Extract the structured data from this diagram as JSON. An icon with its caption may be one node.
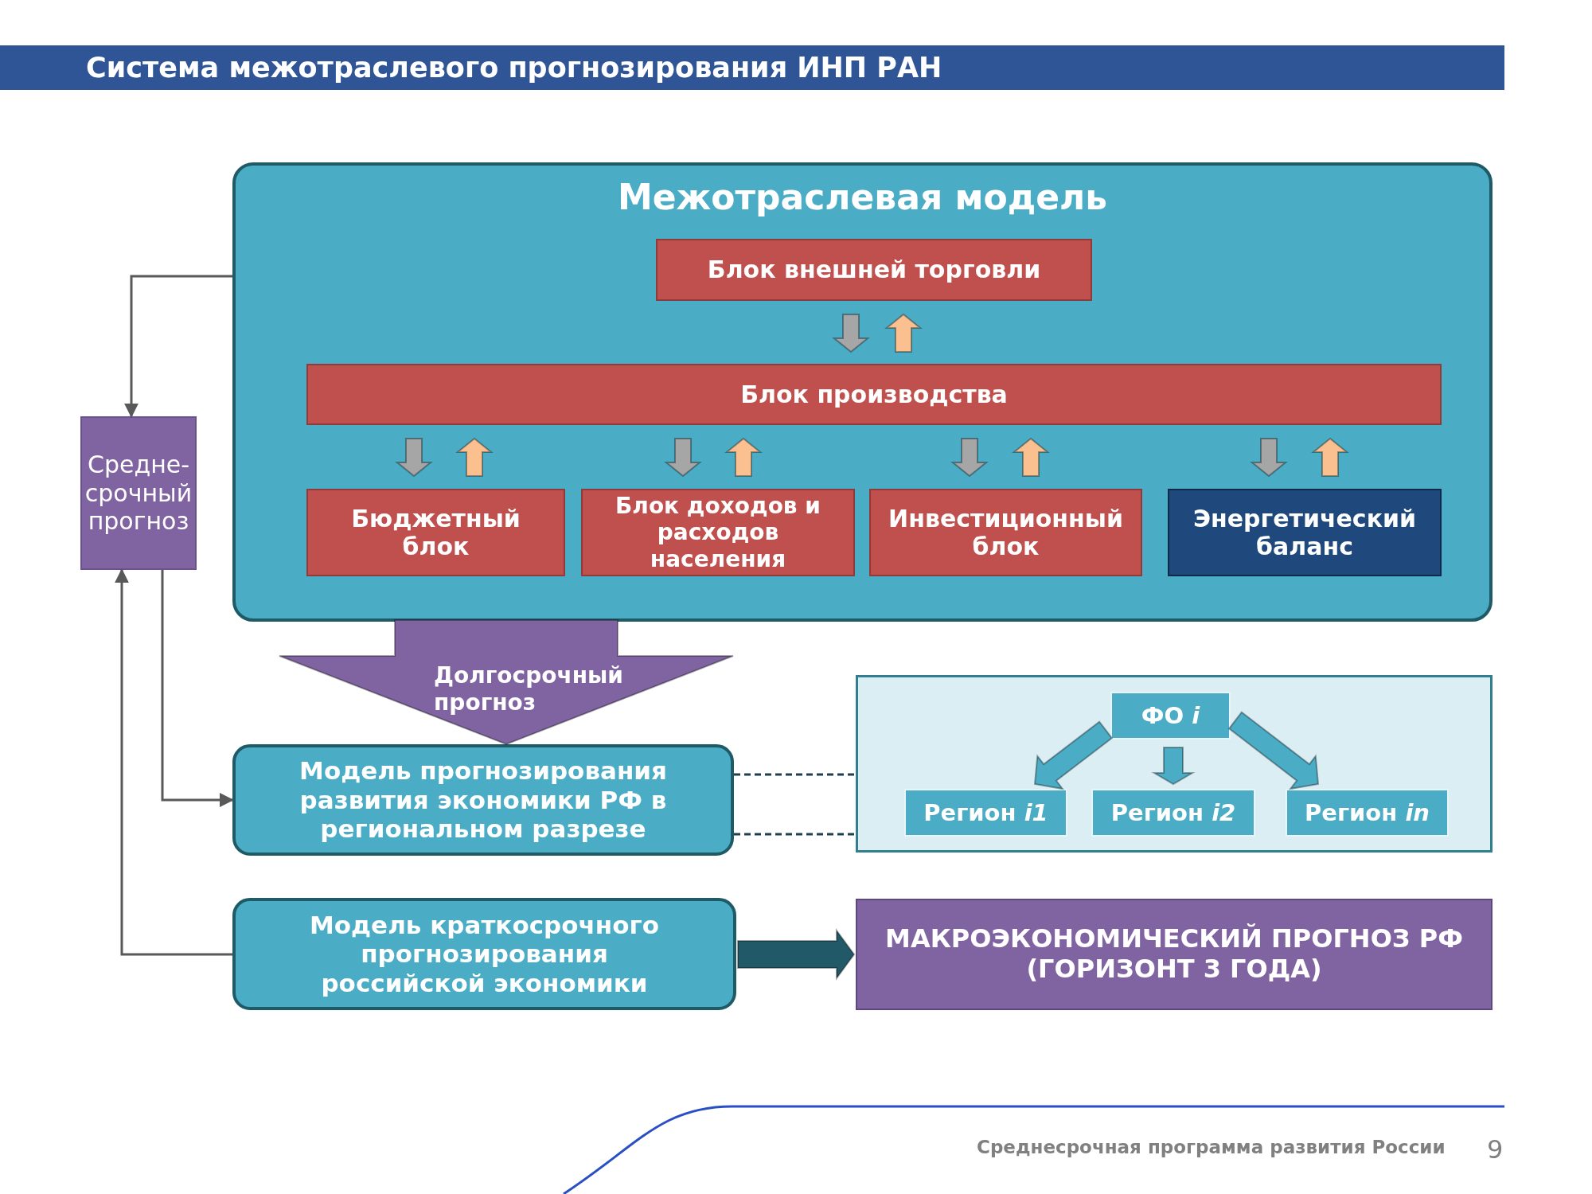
{
  "diagram": {
    "title": "Система межотраслевого прогнозирования ИНП РАН",
    "nodes": [
      {
        "text": [
          "Межотраслевая модель"
        ]
      },
      {
        "text": [
          "Блок внешней торговли"
        ],
        "in": 0
      },
      {
        "text": [
          "Блок производства"
        ],
        "in": 0
      },
      {
        "text": [
          "Бюджетный блок"
        ],
        "in": 0
      },
      {
        "text": [
          "Блок доходов и расходов населения"
        ],
        "in": 0
      },
      {
        "text": [
          "Инвестиционный блок"
        ],
        "in": 0
      },
      {
        "text": [
          "Энергетический баланс"
        ],
        "in": 0
      },
      {
        "text": [
          "Средне- срочный прогноз"
        ]
      },
      {
        "text": [
          "Модель прогнозирования развития экономики РФ в региональном разрезе"
        ]
      },
      {
        "text": [],
        "shape": "box"
      },
      {
        "text": [
          "ФО *i*"
        ],
        "in": 9
      },
      {
        "text": [
          "Регион *i1*"
        ],
        "in": 9
      },
      {
        "text": [
          "Регион *i2*"
        ],
        "in": 9
      },
      {
        "text": [
          "Регион *in*"
        ],
        "in": 9
      },
      {
        "text": [
          "Модель краткосрочного прогнозирования российской экономики"
        ]
      },
      {
        "text": [
          "МАКРОЭКОНОМИЧЕСКИЙ ПРОГНОЗ РФ (ГОРИЗОНТ 3 ГОДА)"
        ]
      }
    ],
    "edges": [
      {
        "from": 1,
        "to": 2,
        "arrow": "to",
        "style": "thick",
        "color": "#a6a6a6"
      },
      {
        "from": 2,
        "to": 1,
        "arrow": "to",
        "style": "thick",
        "color": "#fac090"
      },
      {
        "from": 2,
        "to": 3,
        "arrow": "to",
        "style": "thick",
        "color": "#a6a6a6"
      },
      {
        "from": 3,
        "to": 2,
        "arrow": "to",
        "style": "thick",
        "color": "#fac090"
      },
      {
        "from": 2,
        "to": 4,
        "arrow": "to",
        "style": "thick",
        "color": "#a6a6a6"
      },
      {
        "from": 4,
        "to": 2,
        "arrow": "to",
        "style": "thick",
        "color": "#fac090"
      },
      {
        "from": 2,
        "to": 5,
        "arrow": "to",
        "style": "thick",
        "color": "#a6a6a6"
      },
      {
        "from": 5,
        "to": 2,
        "arrow": "to",
        "style": "thick",
        "color": "#fac090"
      },
      {
        "from": 2,
        "to": 6,
        "arrow": "to",
        "style": "thick",
        "color": "#a6a6a6"
      },
      {
        "from": 6,
        "to": 2,
        "arrow": "to",
        "style": "thick",
        "color": "#fac090"
      },
      {
        "from": 0,
        "to": 7,
        "arrow": "to"
      },
      {
        "from": 7,
        "to": 8,
        "arrow": "to"
      },
      {
        "from": 14,
        "to": 7,
        "arrow": "to"
      },
      {
        "from": 0,
        "to": 8,
        "arrow": "to",
        "label": "Долгосрочный прогноз",
        "style": "thick",
        "color": "#8064a2"
      },
      {
        "from": 8,
        "to": 9,
        "arrow": "none",
        "style": "dashed",
        "color": "#1f3f4f"
      },
      {
        "from": 8,
        "to": 9,
        "arrow": "none",
        "style": "dashed",
        "color": "#1f3f4f"
      },
      {
        "from": 10,
        "to": 11,
        "arrow": "to",
        "style": "thick",
        "color": "#4bacc6"
      },
      {
        "from": 10,
        "to": 12,
        "arrow": "to",
        "style": "thick",
        "color": "#4bacc6"
      },
      {
        "from": 10,
        "to": 13,
        "arrow": "to",
        "style": "thick",
        "color": "#4bacc6"
      },
      {
        "from": 14,
        "to": 15,
        "arrow": "to",
        "style": "thick",
        "color": "#215968"
      }
    ],
    "labels": [
      "Среднесрочная программа развития России",
      "9"
    ]
  }
}
